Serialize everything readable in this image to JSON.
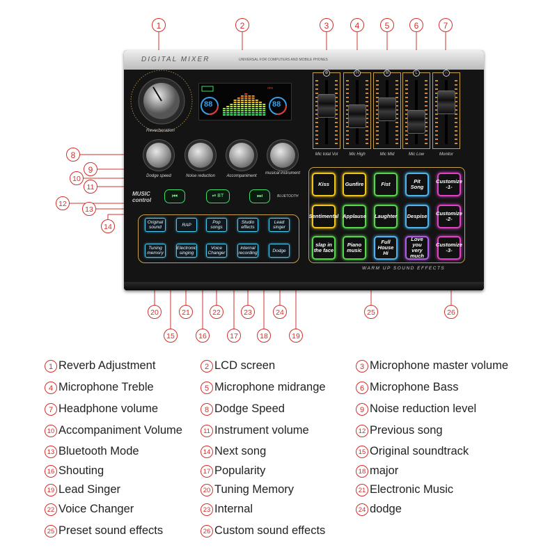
{
  "device": {
    "brand_text": "DIGITAL MIXER",
    "tagline": "UNIVERSAL FOR COMPUTERS AND MOBILE PHONES",
    "reverb_label": "Reverberation",
    "knob_labels": [
      "Dodge speed",
      "Noise reduction",
      "Accompaniment",
      "musical instrument"
    ],
    "fader_labels": [
      "Mic total Vol",
      "Mic High",
      "Mic Mid",
      "Mic Low",
      "Monitor"
    ],
    "fader_caps": [
      "⊕",
      "H",
      "M",
      "L",
      "∩"
    ],
    "music_control_label": "MUSIC control",
    "music_buttons": [
      "⏮",
      "⏯ BT",
      "⏭"
    ],
    "bluetooth_label": "BLUETOOTH",
    "lcd_left_value": "88",
    "lcd_right_value": "88",
    "lcd_indicator": "ono",
    "effect_buttons_row1": [
      "Original sound",
      "RAP",
      "Pop songs",
      "Studio effects",
      "Lead singer"
    ],
    "effect_buttons_row2": [
      "Tuning memory",
      "Electronic singing",
      "Voice Changer",
      "internal recording",
      "Dodge"
    ],
    "sound_pads": [
      {
        "label": "Kiss",
        "color": "#f0c419"
      },
      {
        "label": "Gunfire",
        "color": "#f0c419"
      },
      {
        "label": "Fist",
        "color": "#56d64a"
      },
      {
        "label": "Pit Song",
        "color": "#4cb5f0"
      },
      {
        "label": "Sentimental",
        "color": "#f0c419"
      },
      {
        "label": "Applause",
        "color": "#56d64a"
      },
      {
        "label": "Laughter",
        "color": "#56d64a"
      },
      {
        "label": "Despise",
        "color": "#4cb5f0"
      },
      {
        "label": "slap in the face",
        "color": "#56d64a"
      },
      {
        "label": "Piano music",
        "color": "#56d64a"
      },
      {
        "label": "Full House Hi",
        "color": "#4cb5f0"
      },
      {
        "label": "Love you very much",
        "color": "#b05ce8"
      }
    ],
    "custom_pads": [
      "Customize -1-",
      "Customize -2-",
      "Customize -3-"
    ],
    "custom_pad_color": "#e040c8",
    "warmup_label": "WARM UP SOUND EFFECTS"
  },
  "callouts": [
    "1",
    "2",
    "3",
    "4",
    "5",
    "6",
    "7",
    "8",
    "9",
    "10",
    "11",
    "12",
    "13",
    "14",
    "15",
    "16",
    "17",
    "18",
    "19",
    "20",
    "21",
    "22",
    "23",
    "24",
    "25",
    "26"
  ],
  "legend": [
    {
      "num": "1",
      "text": "Reverb Adjustment"
    },
    {
      "num": "2",
      "text": "LCD screen"
    },
    {
      "num": "3",
      "text": "Microphone master volume"
    },
    {
      "num": "4",
      "text": "Microphone Treble"
    },
    {
      "num": "5",
      "text": "Microphone midrange"
    },
    {
      "num": "6",
      "text": "Microphone Bass"
    },
    {
      "num": "7",
      "text": "Headphone volume"
    },
    {
      "num": "8",
      "text": "Dodge Speed"
    },
    {
      "num": "9",
      "text": "Noise reduction level"
    },
    {
      "num": "10",
      "text": "Accompaniment Volume"
    },
    {
      "num": "11",
      "text": "Instrument volume"
    },
    {
      "num": "12",
      "text": "Previous song"
    },
    {
      "num": "13",
      "text": "Bluetooth Mode"
    },
    {
      "num": "14",
      "text": "Next song"
    },
    {
      "num": "15",
      "text": "Original soundtrack"
    },
    {
      "num": "16",
      "text": "Shouting"
    },
    {
      "num": "17",
      "text": "Popularity"
    },
    {
      "num": "18",
      "text": "major"
    },
    {
      "num": "19",
      "text": "Lead Singer"
    },
    {
      "num": "20",
      "text": "Tuning Memory"
    },
    {
      "num": "21",
      "text": "Electronic Music"
    },
    {
      "num": "22",
      "text": "Voice Changer"
    },
    {
      "num": "23",
      "text": "Internal"
    },
    {
      "num": "24",
      "text": "dodge"
    },
    {
      "num": "25",
      "text": "Preset sound effects"
    },
    {
      "num": "26",
      "text": "Custom sound effects"
    }
  ],
  "colors": {
    "callout": "#d2302b",
    "panel": "#141414",
    "top_strip": "#d9d9d9",
    "accent_line": "#c8a24a"
  }
}
